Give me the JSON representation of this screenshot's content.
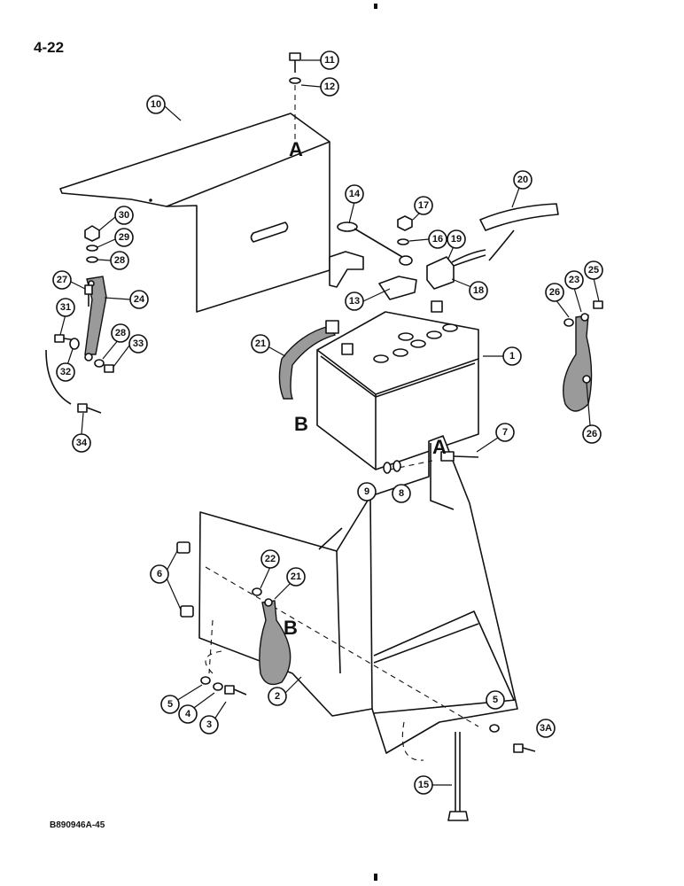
{
  "page_number": "4-22",
  "figure_code": "B890946A-45",
  "reference_letters": [
    "A",
    "B"
  ],
  "callouts": [
    "1",
    "2",
    "3",
    "3A",
    "4",
    "5",
    "6",
    "7",
    "8",
    "9",
    "10",
    "11",
    "12",
    "13",
    "14",
    "15",
    "16",
    "17",
    "18",
    "19",
    "20",
    "21",
    "22",
    "23",
    "24",
    "25",
    "26",
    "27",
    "28",
    "29",
    "30",
    "31",
    "32",
    "33",
    "34"
  ]
}
